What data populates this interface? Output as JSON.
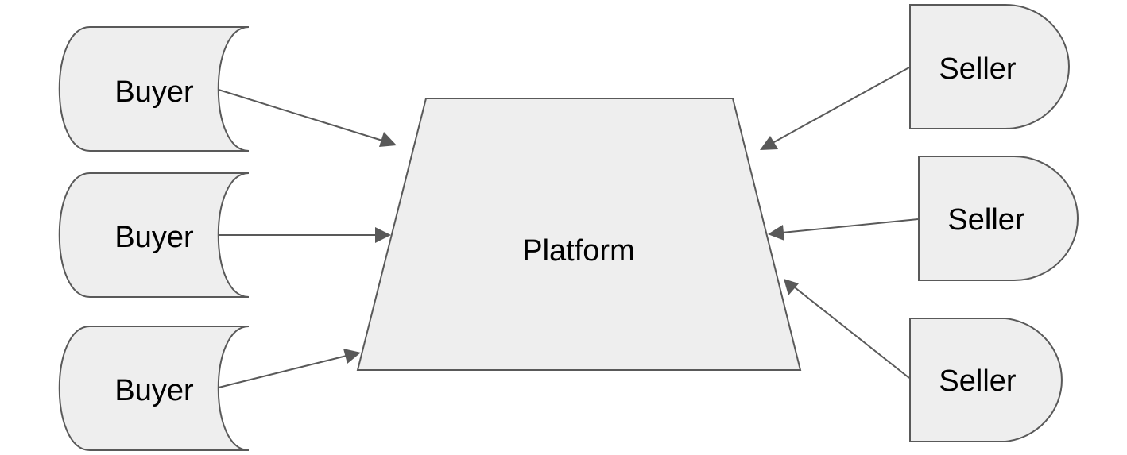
{
  "diagram": {
    "buyers": [
      {
        "label": "Buyer"
      },
      {
        "label": "Buyer"
      },
      {
        "label": "Buyer"
      }
    ],
    "platform": {
      "label": "Platform"
    },
    "sellers": [
      {
        "label": "Seller"
      },
      {
        "label": "Seller"
      },
      {
        "label": "Seller"
      }
    ],
    "colors": {
      "shape_fill": "#eeeeee",
      "stroke": "#595959",
      "text": "#000000"
    }
  }
}
